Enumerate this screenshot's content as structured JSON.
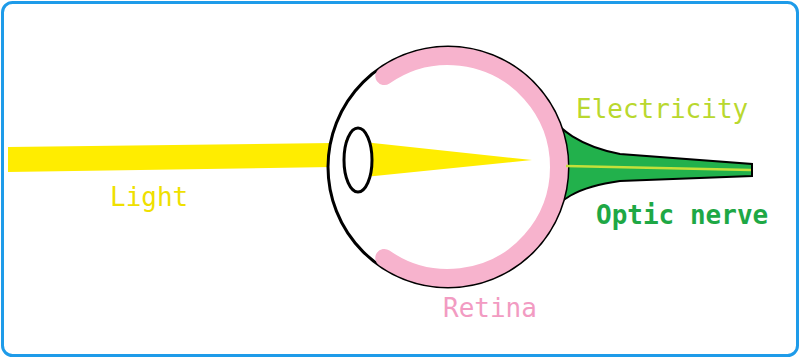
{
  "diagram": {
    "labels": [
      "Light",
      "Electricity",
      "Optic nerve",
      "Retina"
    ]
  }
}
